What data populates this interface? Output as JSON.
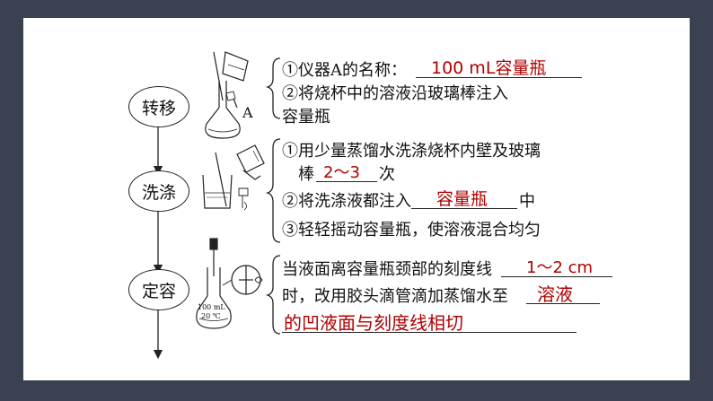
{
  "steps": {
    "transfer": "转移",
    "wash": "洗涤",
    "constant_volume": "定容"
  },
  "figure_label_A": "A",
  "flask_label": "100 mL",
  "flask_temp": "20 ℃",
  "transfer": {
    "line1_prefix": "①仪器A的名称：",
    "answer1": "100 mL容量瓶",
    "line2": "②将烧杯中的溶液沿玻璃棒注入",
    "line3": "容量瓶"
  },
  "wash": {
    "line1": "①用少量蒸馏水洗涤烧杯内壁及玻璃",
    "line2_prefix": "棒",
    "answer1": "2～3",
    "line2_suffix": "次",
    "line3_prefix": "②将洗涤液都注入",
    "answer2": "容量瓶",
    "line3_suffix": "中",
    "line4": "③轻轻摇动容量瓶，使溶液混合均匀"
  },
  "constant_volume": {
    "line1_prefix": "当液面离容量瓶颈部的刻度线",
    "answer1": "1～2 cm",
    "line2_prefix": "时，改用胶头滴管滴加蒸馏水至",
    "answer2_part1": "溶液",
    "answer2_part2": "的凹液面与刻度线相切"
  },
  "colors": {
    "answer": "#b00000",
    "frame": "#3a4150",
    "ink": "#222222"
  }
}
